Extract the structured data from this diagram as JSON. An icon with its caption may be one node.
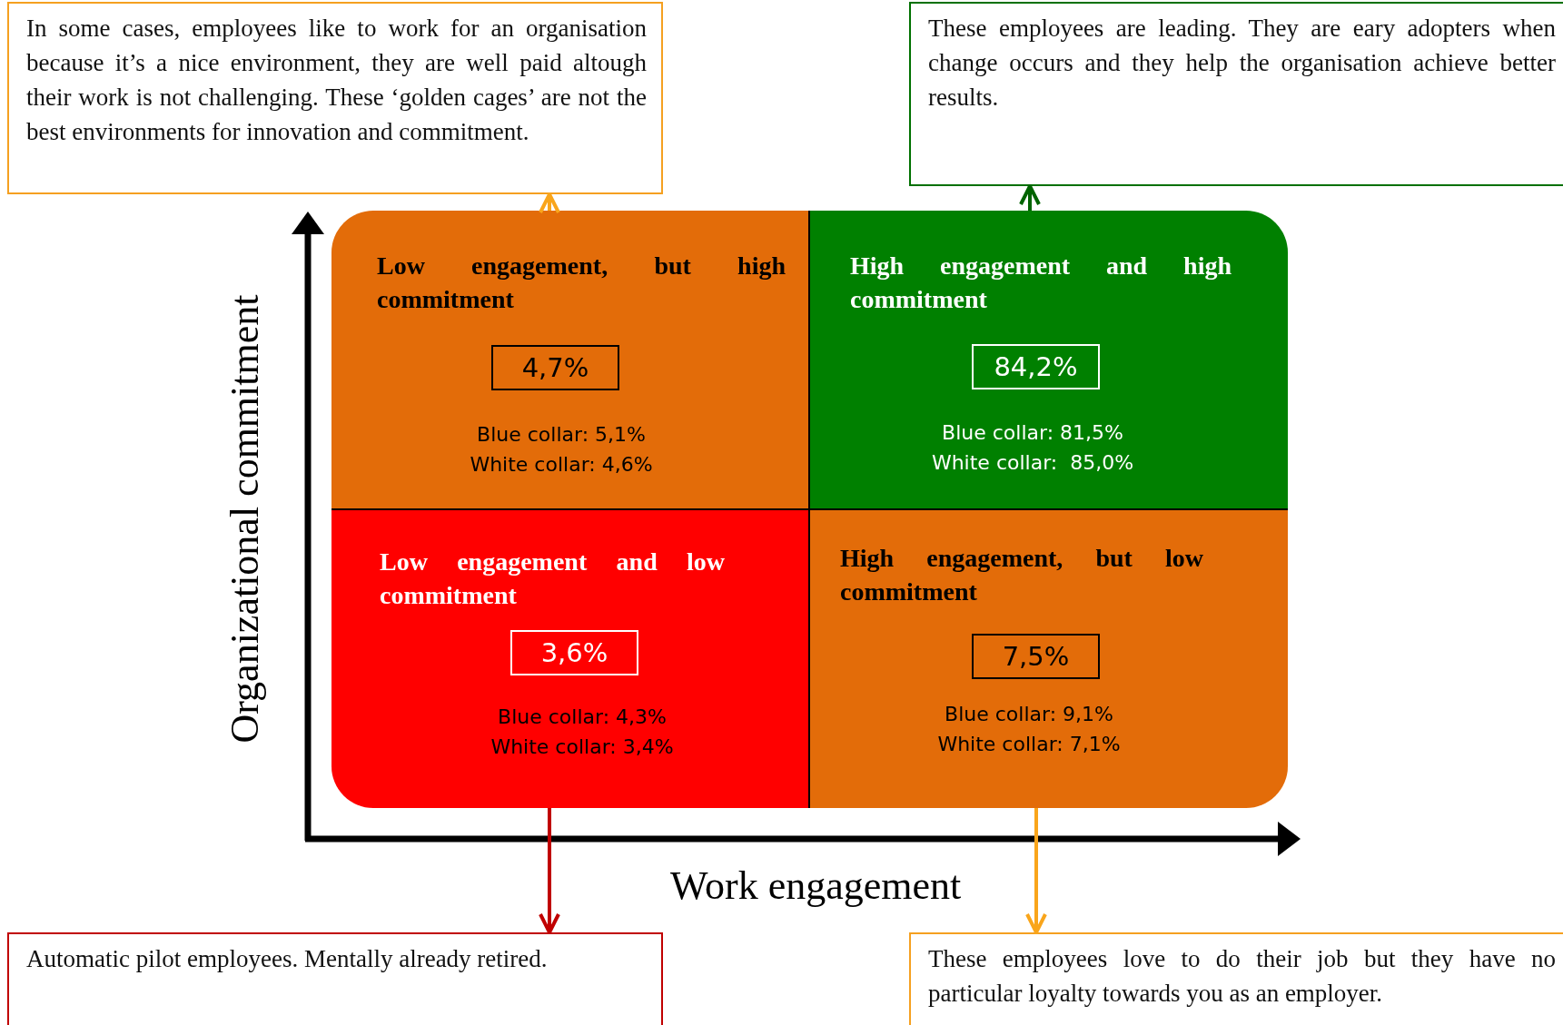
{
  "diagram": {
    "nodes": [
      {
        "text": [
          "In some cases, employees like to work for an organisation because it’s a nice environment, they are well paid altough their work is not challenging. These ‘golden cages’ are not the best environments for innovation and commitment."
        ]
      },
      {
        "text": [
          "These employees are leading. They are eary adopters when change occurs and they help the organisation achieve better results."
        ]
      },
      {
        "text": [
          "Low engagement, but high commitment",
          "Blue collar: 5,1%",
          "White collar: 4,6%"
        ]
      },
      {
        "text": [
          "4,7%"
        ],
        "in": 2
      },
      {
        "text": [
          "High engagement and high commitment",
          "Blue collar: 81,5%",
          "White collar:  85,0%"
        ]
      },
      {
        "text": [
          "84,2%"
        ],
        "in": 4
      },
      {
        "text": [
          "Low engagement and low commitment",
          "Blue collar: 4,3%",
          "White collar: 3,4%"
        ]
      },
      {
        "text": [
          "3,6%"
        ],
        "in": 6
      },
      {
        "text": [
          "High engagement, but low commitment",
          "Blue collar: 9,1%",
          "White collar: 7,1%"
        ]
      },
      {
        "text": [
          "7,5%"
        ],
        "in": 8
      },
      {
        "text": [
          "Automatic pilot employees. Mentally already retired."
        ]
      },
      {
        "text": [
          "These employees love to do their job but they have no particular loyalty towards you as an employer."
        ]
      }
    ],
    "edges": [
      {
        "from": 2,
        "to": 0,
        "arrow": "to",
        "color": "#f9a51b"
      },
      {
        "from": 4,
        "to": 1,
        "arrow": "to",
        "color": "#006400"
      },
      {
        "from": 6,
        "to": 10,
        "arrow": "to",
        "color": "#c00000"
      },
      {
        "from": 8,
        "to": 11,
        "arrow": "to",
        "color": "#f9a51b"
      }
    ],
    "labels": [
      "Organizational commitment",
      "Work engagement"
    ]
  }
}
